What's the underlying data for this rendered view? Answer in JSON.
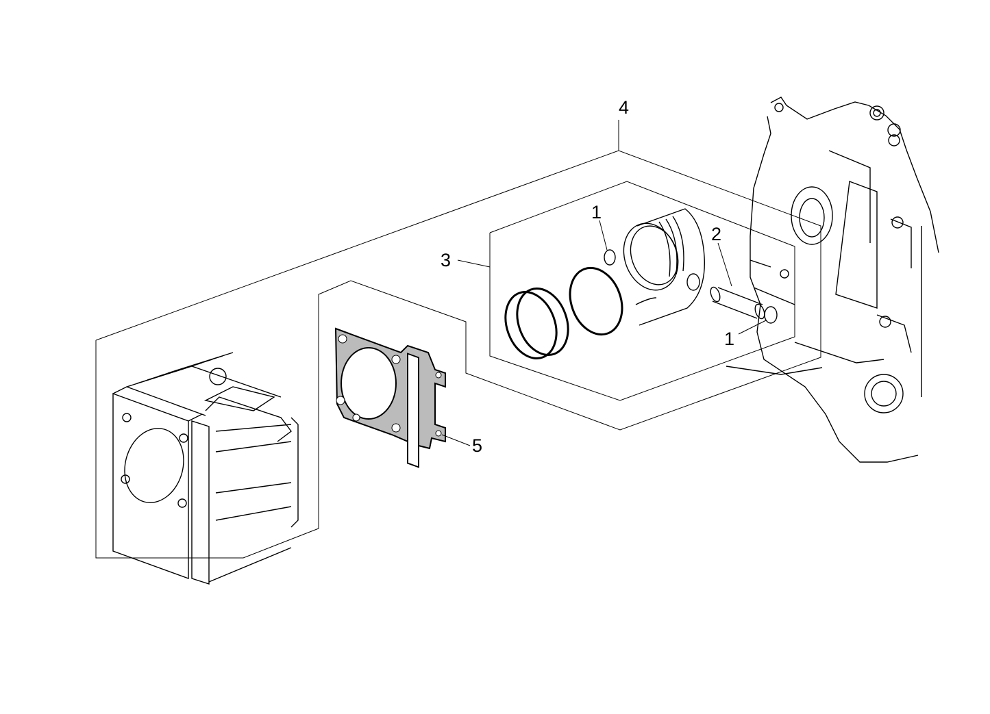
{
  "diagram": {
    "callouts": [
      {
        "id": "callout-4",
        "text": "4"
      },
      {
        "id": "callout-3",
        "text": "3"
      },
      {
        "id": "callout-1a",
        "text": "1"
      },
      {
        "id": "callout-2",
        "text": "2"
      },
      {
        "id": "callout-1b",
        "text": "1"
      },
      {
        "id": "callout-5",
        "text": "5"
      }
    ]
  }
}
